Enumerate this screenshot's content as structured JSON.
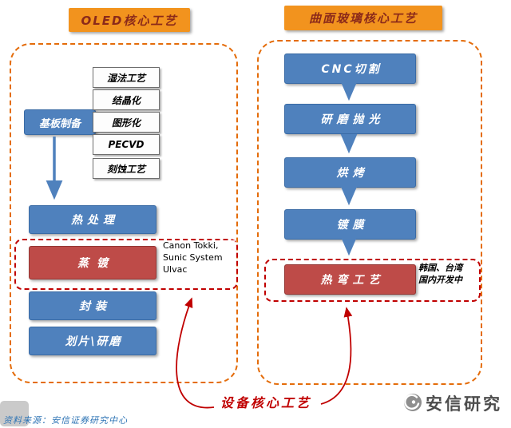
{
  "colors": {
    "orange_header_bg": "#F2931E",
    "orange_header_text": "#8B2A1A",
    "blue_box": "#4F81BD",
    "red_box": "#BE4B48",
    "dashed_orange_border": "#E46C0A",
    "dashed_red_border": "#C00000",
    "arrow_blue": "#4F81BD",
    "arrow_red": "#C00000",
    "source_text": "#2E74B5",
    "logo_text": "#4D4D4D"
  },
  "left": {
    "header": "OLED核心工艺",
    "substrate": "基板制备",
    "sub_steps": [
      "湿法工艺",
      "结晶化",
      "图形化",
      "PECVD",
      "刻蚀工艺"
    ],
    "heat": "热处理",
    "evaporation": "蒸镀",
    "vendors": "Canon Tokki,\nSunic System\nUlvac",
    "packaging": "封装",
    "dicing": "划片\\研磨"
  },
  "right": {
    "header": "曲面玻璃核心工艺",
    "steps": [
      "CNC切割",
      "研磨抛光",
      "烘烤",
      "镀膜"
    ],
    "bend": "热弯工艺",
    "note": "韩国、台湾\n国内开发中"
  },
  "bottom": {
    "equipment_label": "设备核心工艺",
    "source": "资料来源：安信证券研究中心",
    "logo_text": "安信研究"
  }
}
